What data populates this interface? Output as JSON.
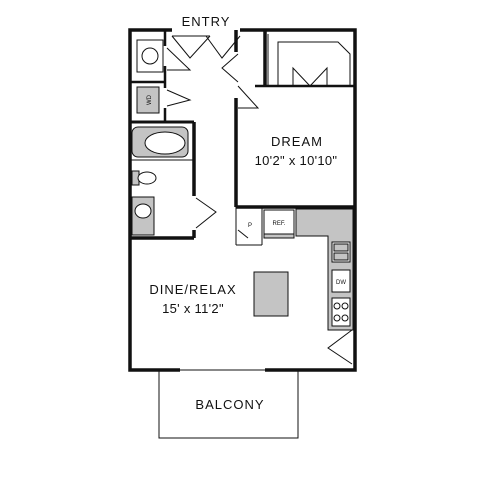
{
  "plan": {
    "entry_label": "ENTRY",
    "balcony_label": "BALCONY",
    "rooms": {
      "dream": {
        "name": "DREAM",
        "dimensions": "10'2\" x 10'10\""
      },
      "dine_relax": {
        "name": "DINE/RELAX",
        "dimensions": "15' x 11'2\""
      }
    },
    "appliances": {
      "washer_dryer": "WD",
      "refrigerator": "REF.",
      "pantry": "P",
      "dishwasher": "DW"
    }
  }
}
